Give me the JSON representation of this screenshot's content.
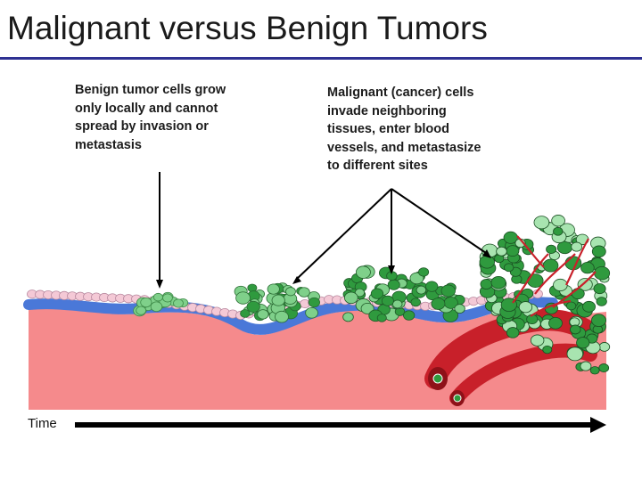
{
  "slide": {
    "title": "Malignant versus Benign Tumors"
  },
  "captions": {
    "benign": "Benign tumor cells grow\nonly locally and cannot\nspread by invasion or\nmetastasis",
    "malignant": "Malignant (cancer) cells\ninvade neighboring\ntissues, enter blood\nvessels, and metastasize\nto different sites"
  },
  "axis": {
    "time_label": "Time"
  },
  "colors": {
    "title_rule": "#2e3192",
    "tissue_pink": "#f58a8c",
    "basement_membrane_blue": "#4a78d8",
    "epithelial_pink": "#f4c9d6",
    "benign_green": "#7fd08a",
    "malignant_green": "#2f9a3e",
    "blood_vessel_red": "#c8202a",
    "arrow_black": "#000000"
  }
}
